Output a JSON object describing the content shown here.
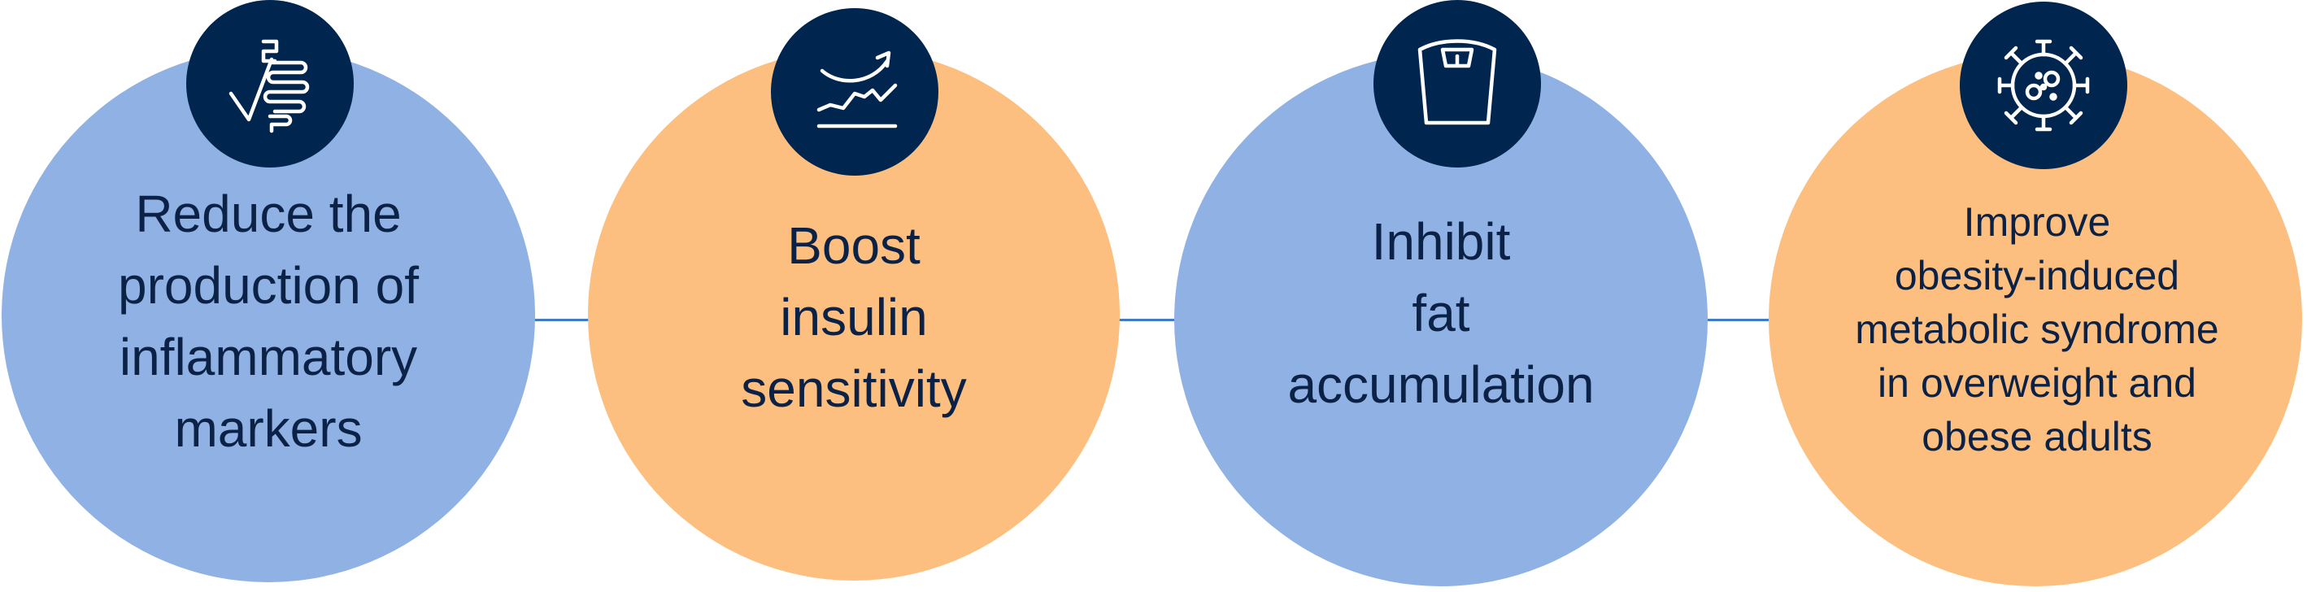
{
  "colors": {
    "blue_circle": "#8fb1e4",
    "orange_circle": "#fcbf80",
    "badge": "#00254f",
    "text": "#0b2246",
    "connector": "#3f7cc4"
  },
  "benefits": [
    {
      "text": "Reduce the\nproduction of\ninflammatory\nmarkers",
      "icon": "intestine-icon",
      "color": "blue"
    },
    {
      "text": "Boost\ninsulin\nsensitivity",
      "icon": "rising-trend-icon",
      "color": "orange"
    },
    {
      "text": "Inhibit\nfat\naccumulation",
      "icon": "weight-scale-icon",
      "color": "blue"
    },
    {
      "text": "Improve\nobesity-induced\nmetabolic syndrome\nin overweight and\nobese adults",
      "icon": "cell-icon",
      "color": "orange"
    }
  ]
}
